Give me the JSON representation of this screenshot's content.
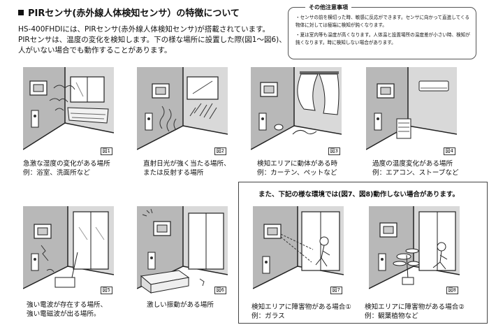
{
  "title": "PIRセンサ(赤外線人体検知センサ）の特徴について",
  "intro": [
    "HS-400FHDIには、PIRセンサ(赤外線人体検知センサ)が搭載されています。",
    "PIRセンサは、温度の変化を検知します。下の様な場所に設置した際(図1～図6)、",
    "人がいない場合でも動作することがあります。"
  ],
  "notes": {
    "title": "その他注意事項",
    "items": [
      "・センサの前を横切った時、敏感に反応ができます。センサに向かって直進してくる物体に対しては極端に検知が鈍くなります。",
      "・夏は室内等も温度が高くなります。人体温と設置場所の温度差が小さい時、検知が鈍くなります。時に検知しない場合があります。"
    ]
  },
  "figures": [
    {
      "label": "図1",
      "caption": [
        "急激な湿度の変化がある場所",
        "例：浴室、洗面所など"
      ]
    },
    {
      "label": "図2",
      "caption": [
        "直射日光が強く当たる場所、",
        "または反射する場所"
      ]
    },
    {
      "label": "図3",
      "caption": [
        "検知エリアに動体がある時",
        "例：カーテン、ペットなど"
      ]
    },
    {
      "label": "図4",
      "caption": [
        "過度の温度変化がある場所",
        "例：エアコン、ストーブなど"
      ]
    },
    {
      "label": "図5",
      "caption": [
        "強い電波が存在する場所、",
        "強い電磁波が出る場所。"
      ]
    },
    {
      "label": "図6",
      "caption": [
        "激しい振動がある場所"
      ]
    },
    {
      "label": "図7",
      "caption": [
        "検知エリアに障害物がある場合①",
        "例：ガラス"
      ]
    },
    {
      "label": "図8",
      "caption": [
        "検知エリアに障害物がある場合②",
        "例：観葉植物など"
      ]
    }
  ],
  "section2_title": "また、下記の様な環境では(図7、図8)動作しない場合があります。"
}
